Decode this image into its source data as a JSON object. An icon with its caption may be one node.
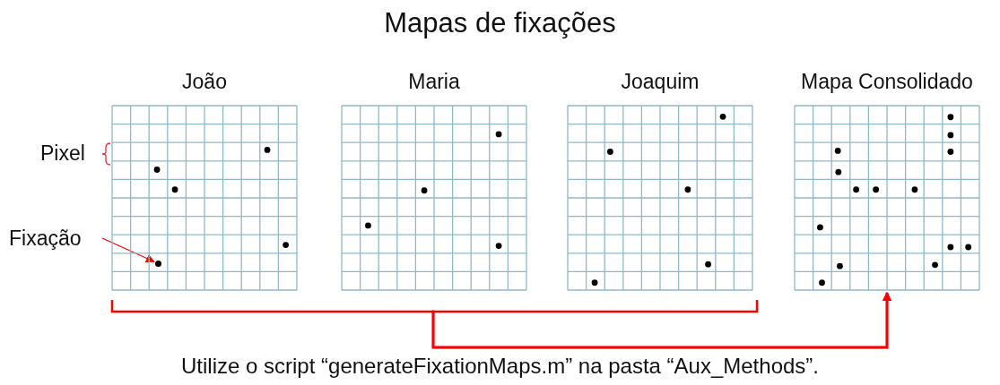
{
  "diagram": {
    "title": "Mapas de fixações",
    "caption": "Utilize o script “generateFixationMaps.m” na pasta “Aux_Methods”.",
    "nodes": [
      {
        "text": [
          "João"
        ]
      },
      {
        "text": [
          "Maria"
        ]
      },
      {
        "text": [
          "Joaquim"
        ]
      },
      {
        "text": [
          "Mapa Consolidado"
        ]
      },
      {
        "text": [
          "Fixação"
        ]
      },
      {
        "text": [],
        "shape": "circle",
        "in": 0
      }
    ],
    "edges": [
      {
        "from": 0,
        "to": 3,
        "arrow": "to"
      },
      {
        "from": 1,
        "to": 3,
        "arrow": "to"
      },
      {
        "from": 2,
        "to": 3,
        "arrow": "to"
      },
      {
        "from": 4,
        "to": 5,
        "arrow": "to"
      }
    ],
    "labels": [
      "Pixel"
    ]
  }
}
